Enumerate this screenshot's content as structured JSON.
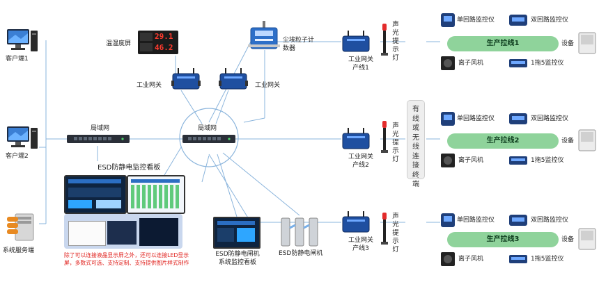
{
  "labels": {
    "client1": "客户端1",
    "client2": "客户端2",
    "server": "系统服务端",
    "lan_left": "局域网",
    "lan_center": "局域网",
    "temp_humidity": "温湿度屏",
    "gateway_a": "工业网关",
    "gateway_b": "工业网关",
    "dust_counter": "尘埃粒子计数器",
    "esd_board": "ESD防静电监控看板",
    "esd_gate_board": "ESD防静电闸机系统监控看板",
    "esd_gate": "ESD防静电闸机",
    "note": "除了可以连接液晶显示屏之外，还可以连接LED显示屏，多数式可选、支持定制、支持提供图片样式制作",
    "wired_wireless": "有线或无线连接终端",
    "sound_light": "声光提示灯",
    "line_gateways": [
      "工业网关产线1",
      "工业网关产线2",
      "工业网关产线3"
    ],
    "single_monitor": "单回路监控仪",
    "dual_monitor": "双回路监控仪",
    "ion_fan": "离子风机",
    "one_to_five": "1拖5监控仪",
    "equipment": "设备",
    "production_lines": [
      "生产拉线1",
      "生产拉线2",
      "生产拉线3"
    ]
  },
  "display": {
    "temp": "29.1",
    "humidity": "46.2"
  },
  "colors": {
    "line": "#8ab4dc",
    "pill": "#8fd39b",
    "note": "#e0201c",
    "gateway": "#1f4fa0"
  },
  "icons": [
    "desktop-computer-icon",
    "server-icon",
    "network-switch-icon",
    "industrial-gateway-icon",
    "sound-light-alarm-icon",
    "monitor-device-icon",
    "ion-fan-icon",
    "equipment-cabinet-icon",
    "turnstile-gate-icon"
  ]
}
